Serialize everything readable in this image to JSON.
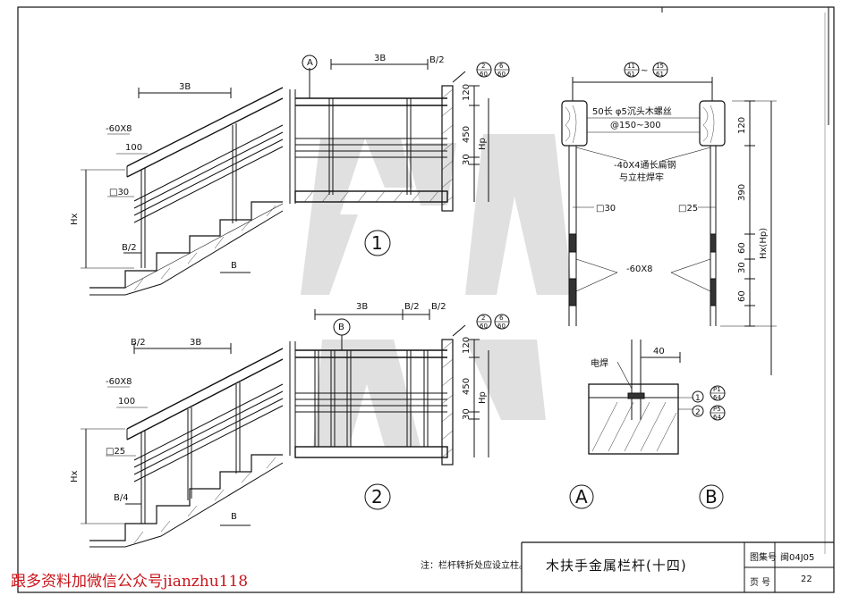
{
  "drawing": {
    "title": "木扶手金属栏杆(十四)",
    "note": "注：栏杆转折处应设立柱。",
    "title_block": {
      "atlas_label": "图集号",
      "atlas_value": "闽04J05",
      "page_label": "页  号",
      "page_value": "22"
    },
    "watermark": "跟多资料加微信公众号jianzhu118"
  },
  "view1": {
    "number": "1",
    "labels": {
      "d3b_left": "3B",
      "flat": "-60X8",
      "d100": "100",
      "sq30": "□30",
      "hx": "Hx",
      "b2": "B/2",
      "b": "B",
      "section_a": "A",
      "d3b_top": "3B",
      "b2_top": "B/2",
      "ref_top": "2",
      "ref_bot": "60",
      "ref2_top": "6",
      "ref2_bot": "60",
      "d120": "120",
      "d450": "450",
      "d30": "30",
      "hp": "Hp"
    }
  },
  "view2": {
    "number": "2",
    "labels": {
      "b2_left": "B/2",
      "d3b_left": "3B",
      "flat": "-60X8",
      "d100": "100",
      "sq25": "□25",
      "hx": "Hx",
      "b4": "B/4",
      "b": "B",
      "d3b_top": "3B",
      "b2_a": "B/2",
      "b2_b": "B/2",
      "section_b": "B",
      "ref_top": "2",
      "ref_bot": "60",
      "ref2_top": "6",
      "ref2_bot": "60",
      "d120": "120",
      "d450": "450",
      "d30": "30",
      "hp": "Hp"
    }
  },
  "section": {
    "ref_a_top": "11",
    "ref_a_bot": "61",
    "tilde": "~",
    "ref_b_top": "15",
    "ref_b_bot": "61",
    "screw": "50长 φ5沉头木螺丝",
    "spacing": "@150~300",
    "flatbar": "-40X4通长扁钢",
    "weld_post": "与立柱焊牢",
    "sq30": "□30",
    "sq25": "□25",
    "flat": "-60X8",
    "d120": "120",
    "d390": "390",
    "d60a": "60",
    "d30": "30",
    "d60b": "60",
    "hxhp": "Hx(Hp)",
    "label_a": "A",
    "label_b": "B"
  },
  "detail": {
    "weld": "电焊",
    "d40": "40",
    "p1_num": "1",
    "p1_top": "P1",
    "p1_bot": "64",
    "p2_num": "2",
    "p2_top": "P5",
    "p2_bot": "64"
  }
}
